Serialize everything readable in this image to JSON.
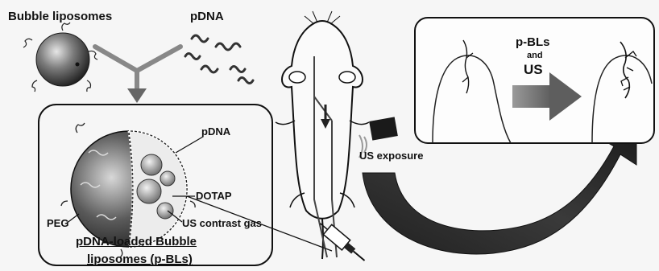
{
  "labels": {
    "bubble_liposomes": "Bubble liposomes",
    "pdna_top": "pDNA",
    "pdna_inset": "pDNA",
    "dotap": "DOTAP",
    "peg": "PEG",
    "us_contrast_gas": "US contrast gas",
    "pbls_line1": "pDNA-loaded Bubble",
    "pbls_line2": "liposomes (p-BLs)",
    "us_exposure": "US exposure",
    "result_pbls": "p-BLs",
    "result_and": "and",
    "result_us": "US"
  },
  "colors": {
    "background": "#f6f6f6",
    "ink": "#111111",
    "arrow_gray": "#7a7a7a",
    "sphere_dark": "#2f2f2f"
  }
}
